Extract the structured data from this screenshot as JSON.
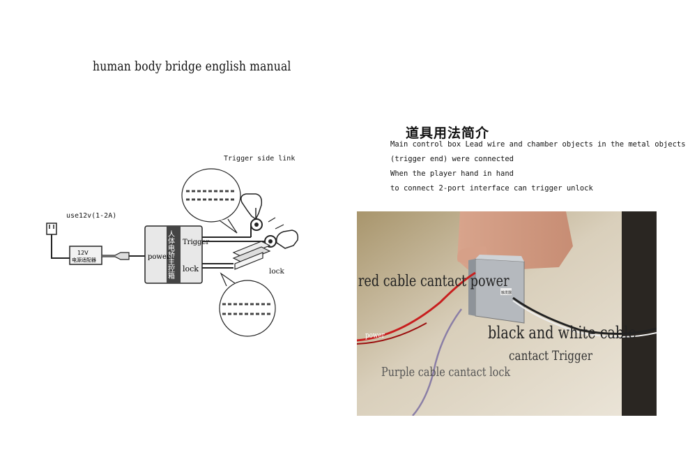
{
  "title": "human body bridge english manual",
  "cn_title": "道具用法简介",
  "description": [
    "Main control box Lead wire and chamber objects in the metal objects",
    "(trigger end) were connected",
    "When the player hand in hand",
    "to connect 2-port interface can trigger unlock"
  ],
  "diagram": {
    "trigger_side_link": "Trigger side link",
    "use12v": "use12v(1-2A)",
    "adapter_voltage": "12V",
    "adapter_sub": "电源适配器",
    "box_power": "power",
    "box_vertical": "人体电桥主控箱",
    "box_trigger": "Trigger",
    "box_lock": "lock",
    "lock_label": "lock"
  },
  "photo": {
    "red_cable": "red cable cantact power",
    "power": "power",
    "bw_cable": "black and white cable",
    "bw_cable_2": "cantact Trigger",
    "purple_cable": "Purple cable cantact lock",
    "box_chinese": "触发器"
  }
}
